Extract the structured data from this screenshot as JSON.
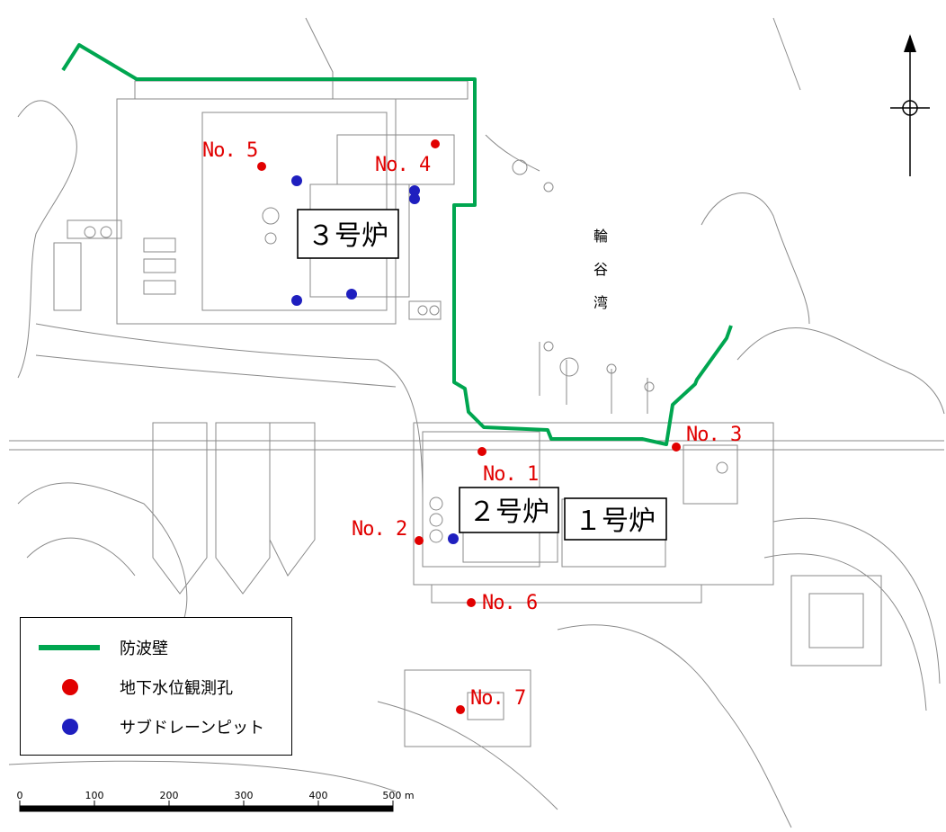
{
  "reactors": [
    {
      "id": "unit3",
      "label": "３号炉"
    },
    {
      "id": "unit2",
      "label": "２号炉"
    },
    {
      "id": "unit1",
      "label": "１号炉"
    }
  ],
  "wells": [
    {
      "id": "no1",
      "label": "No. 1"
    },
    {
      "id": "no2",
      "label": "No. 2"
    },
    {
      "id": "no3",
      "label": "No. 3"
    },
    {
      "id": "no4",
      "label": "No. 4"
    },
    {
      "id": "no5",
      "label": "No. 5"
    },
    {
      "id": "no6",
      "label": "No. 6"
    },
    {
      "id": "no7",
      "label": "No. 7"
    }
  ],
  "bay": {
    "label": [
      "輪",
      "谷",
      "湾"
    ]
  },
  "legend": {
    "items": [
      {
        "label": "防波壁",
        "symbol": "green-line"
      },
      {
        "label": "地下水位観測孔",
        "symbol": "red-dot"
      },
      {
        "label": "サブドレーンピット",
        "symbol": "blue-dot"
      }
    ]
  },
  "scale": {
    "ticks": [
      "0",
      "100",
      "200",
      "300",
      "400",
      "500 m"
    ]
  },
  "colors": {
    "seawall": "#00a650",
    "well": "#e10000",
    "subdrain": "#1f1fbf",
    "linework": "#8a8a8a"
  }
}
